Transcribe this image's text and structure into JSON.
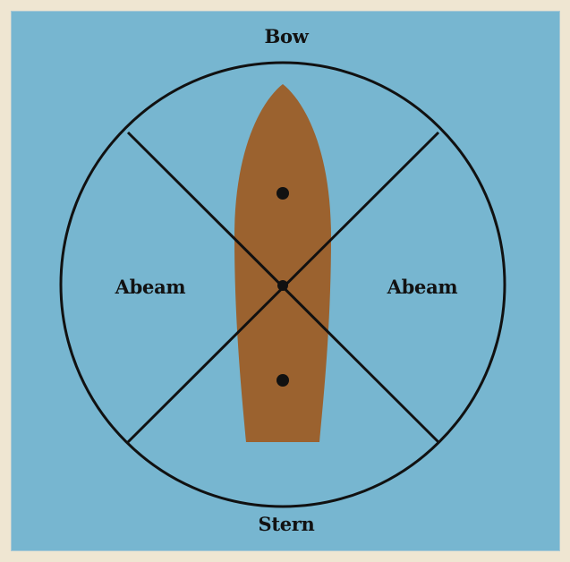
{
  "labels": {
    "top": "Bow",
    "left": "Abeam",
    "right": "Abeam",
    "bottom": "Stern"
  },
  "colors": {
    "background": "#77b6d0",
    "frame": "#efe6d2",
    "hull": "#9b622f",
    "line": "#111111"
  }
}
